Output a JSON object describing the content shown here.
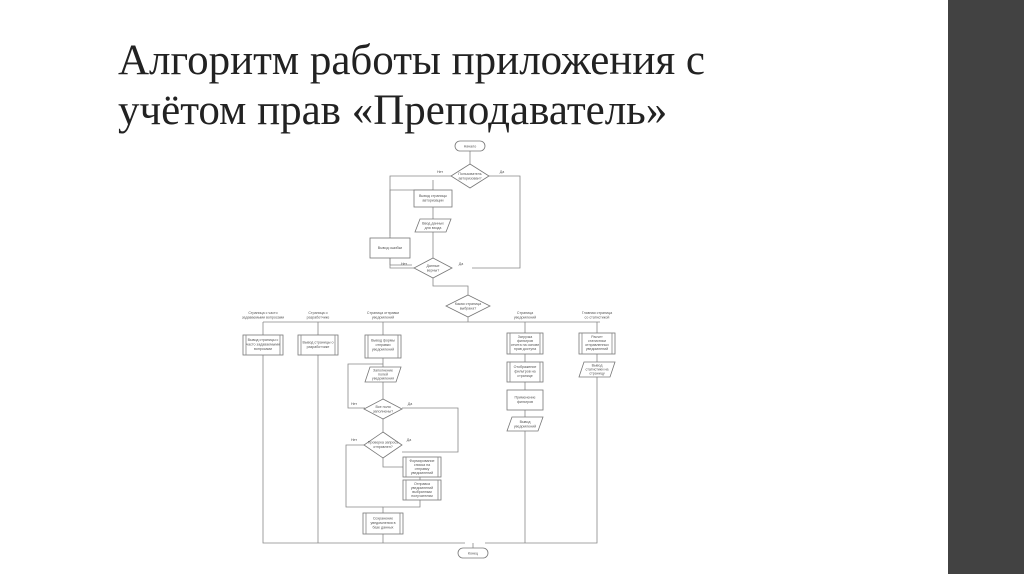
{
  "slide": {
    "title_line1": "Алгоритм работы приложения с",
    "title_line2": "учётом прав «Преподаватель»"
  },
  "diagram": {
    "start": "Начало",
    "end": "Конец",
    "yes": "Да",
    "no": "Нет",
    "authorized": [
      "Пользователь",
      "авторизован?"
    ],
    "auth_page": [
      "Вывод страницы",
      "авторизации"
    ],
    "enter_login": [
      "Ввод данных",
      "для входа"
    ],
    "error_output": "Вывод ошибки",
    "data_correct": [
      "Данные",
      "верны?"
    ],
    "which_page": [
      "Какая страница",
      "выбрана?"
    ],
    "branch_faq": [
      "Страница с часто",
      "задаваемыми вопросами"
    ],
    "branch_dev": [
      "Страница о",
      "разработчике"
    ],
    "branch_send": [
      "Страница отправки",
      "уведомлений"
    ],
    "branch_notif": [
      "Страница",
      "уведомлений"
    ],
    "branch_main": [
      "Главная страница",
      "со статистикой"
    ],
    "faq_page": [
      "Вывод страницы с",
      "часто задаваемыми",
      "вопросами"
    ],
    "dev_page": [
      "Вывод страницы о",
      "разработчике"
    ],
    "send_form": [
      "Вывод формы",
      "отправки",
      "уведомлений"
    ],
    "fill_fields": [
      "Заполнение",
      "полей",
      "уведомления"
    ],
    "all_filled": [
      "Все поля",
      "заполнены?"
    ],
    "check_sent": [
      "Проверка запроса",
      "отправлен?"
    ],
    "form_list": [
      "Формирование",
      "списка на",
      "отправку",
      "уведомлений"
    ],
    "send_notifs": [
      "Отправка",
      "уведомлений",
      "выбранным",
      "получателям"
    ],
    "save_db": [
      "Сохранение",
      "уведомления в",
      "базе данных"
    ],
    "load_filters": [
      "Загрузка",
      "фильтров",
      "отчета на основе",
      "прав доступа"
    ],
    "show_filters": [
      "Отображение",
      "фильтров на",
      "странице"
    ],
    "apply_filters": [
      "Применение",
      "фильтров"
    ],
    "show_notifs": [
      "Вывод",
      "уведомлений"
    ],
    "calc_stats": [
      "Расчет",
      "статистики",
      "отправленных",
      "уведомлений"
    ],
    "show_stats": [
      "Вывод",
      "статистики на",
      "страницу"
    ]
  }
}
